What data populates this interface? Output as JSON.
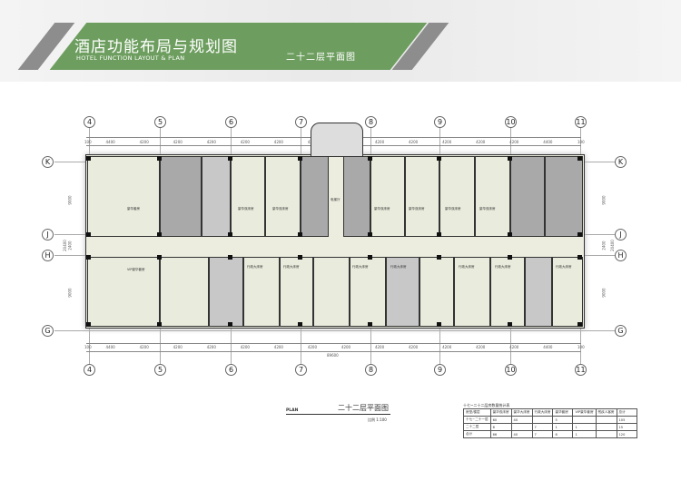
{
  "header": {
    "title_cn": "酒店功能布局与规划图",
    "title_en": "HOTEL FUNCTION LAYOUT & PLAN",
    "floor_name": "二十二层平面图",
    "accent": "#6d9e5f"
  },
  "plan": {
    "column_axes": [
      "4",
      "5",
      "6",
      "7",
      "8",
      "9",
      "10",
      "11"
    ],
    "row_axes": [
      "K",
      "J",
      "H",
      "G"
    ],
    "top_dims": [
      "100",
      "4400",
      "4200",
      "4200",
      "4200",
      "4200",
      "4200",
      "4200",
      "4200",
      "4200",
      "4200",
      "4200",
      "4200",
      "4200",
      "4400",
      "100"
    ],
    "bottom_dims": [
      "100",
      "4400",
      "4200",
      "4200",
      "4200",
      "4200",
      "4200",
      "4200",
      "4200",
      "4200",
      "4200",
      "4200",
      "4200",
      "4200",
      "4400",
      "100"
    ],
    "total_dim": "89600",
    "side_dims": [
      "9000",
      "2400",
      "20400",
      "9000"
    ],
    "room_labels": {
      "top_left": "豪华套房",
      "corridor_core": "电梯厅",
      "vip": "VIP豪华套房",
      "twin": "豪华双床房",
      "exec": "行政大床房"
    }
  },
  "plan_title": {
    "label": "PLAN",
    "name": "二十二层平面图",
    "scale": "比例 1:100"
  },
  "room_table": {
    "title": "十七~二十二层房数量统计表",
    "corner_top": "房型",
    "corner_bottom": "楼层",
    "headers": [
      "豪华双床房",
      "豪华大床房",
      "行政大床房",
      "豪华套房",
      "VIP豪华套房",
      "残疾人客房",
      "总计"
    ],
    "rows": [
      {
        "floor": "十七~二十一层",
        "values": [
          "60",
          "40",
          "",
          "5",
          "",
          "",
          "105"
        ]
      },
      {
        "floor": "二十二层",
        "values": [
          "6",
          "",
          "7",
          "1",
          "1",
          "",
          "15"
        ]
      },
      {
        "floor": "合计",
        "values": [
          "66",
          "40",
          "7",
          "6",
          "1",
          "",
          "120"
        ]
      }
    ]
  }
}
